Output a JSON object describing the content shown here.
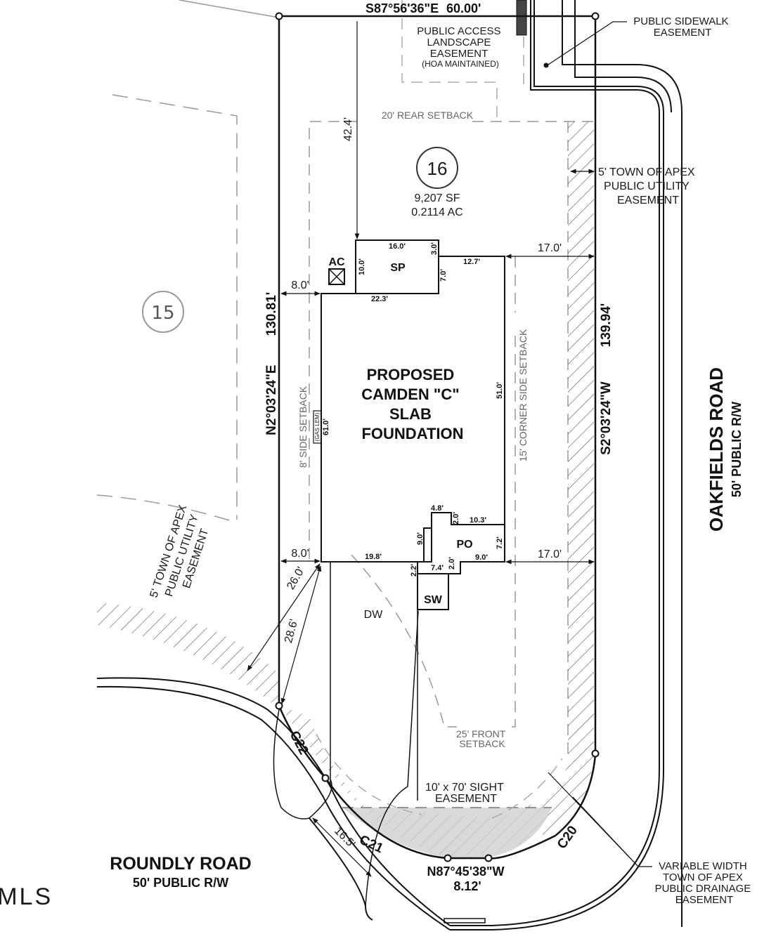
{
  "lot": {
    "number": "16",
    "area_sf": "9,207 SF",
    "area_ac": "0.2114 AC",
    "neighbor_lot_number": "15"
  },
  "boundary": {
    "north_bearing": "S87°56'36\"E",
    "north_distance": "60.00'",
    "west_bearing": "N2°03'24\"E",
    "west_distance": "130.81'",
    "east_bearing": "S2°03'24\"W",
    "east_distance": "139.94'",
    "south_bearing": "N87°45'38\"W",
    "south_distance": "8.12'",
    "curves": [
      "C22",
      "C21",
      "C20"
    ]
  },
  "easements": {
    "public_sidewalk": [
      "PUBLIC SIDEWALK",
      "EASEMENT"
    ],
    "public_access": [
      "PUBLIC ACCESS",
      "LANDSCAPE",
      "EASEMENT",
      "(HOA MAINTAINED)"
    ],
    "utility_east": [
      "5' TOWN OF APEX",
      "PUBLIC UTILITY",
      "EASEMENT"
    ],
    "utility_west": [
      "5' TOWN OF APEX",
      "PUBLIC UTILITY",
      "EASEMENT"
    ],
    "sight": [
      "10' x 70' SIGHT",
      "EASEMENT"
    ],
    "drainage": [
      "VARIABLE WIDTH",
      "TOWN OF APEX",
      "PUBLIC DRAINAGE",
      "EASEMENT"
    ]
  },
  "setbacks": {
    "rear": "20' REAR SETBACK",
    "side": "8' SIDE SETBACK",
    "corner_side": "15' CORNER SIDE SETBACK",
    "front": [
      "25' FRONT",
      "SETBACK"
    ]
  },
  "house": {
    "title": [
      "PROPOSED",
      "CAMDEN \"C\"",
      "SLAB",
      "FOUNDATION"
    ],
    "labels": {
      "sp": "SP",
      "po": "PO",
      "sw": "SW",
      "dw": "DW",
      "ac": "AC",
      "gas": "(GAS LEM)"
    },
    "dims": {
      "rear_offset": "42.4'",
      "side_top": "8.0'",
      "side_bottom": "8.0'",
      "east_top": "17.0'",
      "east_bottom": "17.0'",
      "sp_width": "16.0'",
      "sp_depth": "10.0'",
      "sp_step": "3.0'",
      "sp_jog": "7.0'",
      "rear_right": "12.7'",
      "rear_left": "22.3'",
      "left_depth": "61.0'",
      "right_depth": "51.0'",
      "front_jog_a": "4.8'",
      "front_jog_b": "2.0'",
      "front_jog_c": "10.3'",
      "po_depth": "9.0'",
      "po_side": "7.2'",
      "front_left": "19.8'",
      "front_right": "9.0'",
      "sw_a": "2.2'",
      "sw_b": "7.4'",
      "sw_c": "2.0'",
      "corner_a": "26.0'",
      "corner_b": "28.6'",
      "curve_width": "16.5'"
    }
  },
  "roads": {
    "east_name": "OAKFIELDS ROAD",
    "east_row": "50' PUBLIC R/W",
    "south_name": "ROUNDLY ROAD",
    "south_row": "50' PUBLIC R/W"
  },
  "watermark": "TIMLS"
}
